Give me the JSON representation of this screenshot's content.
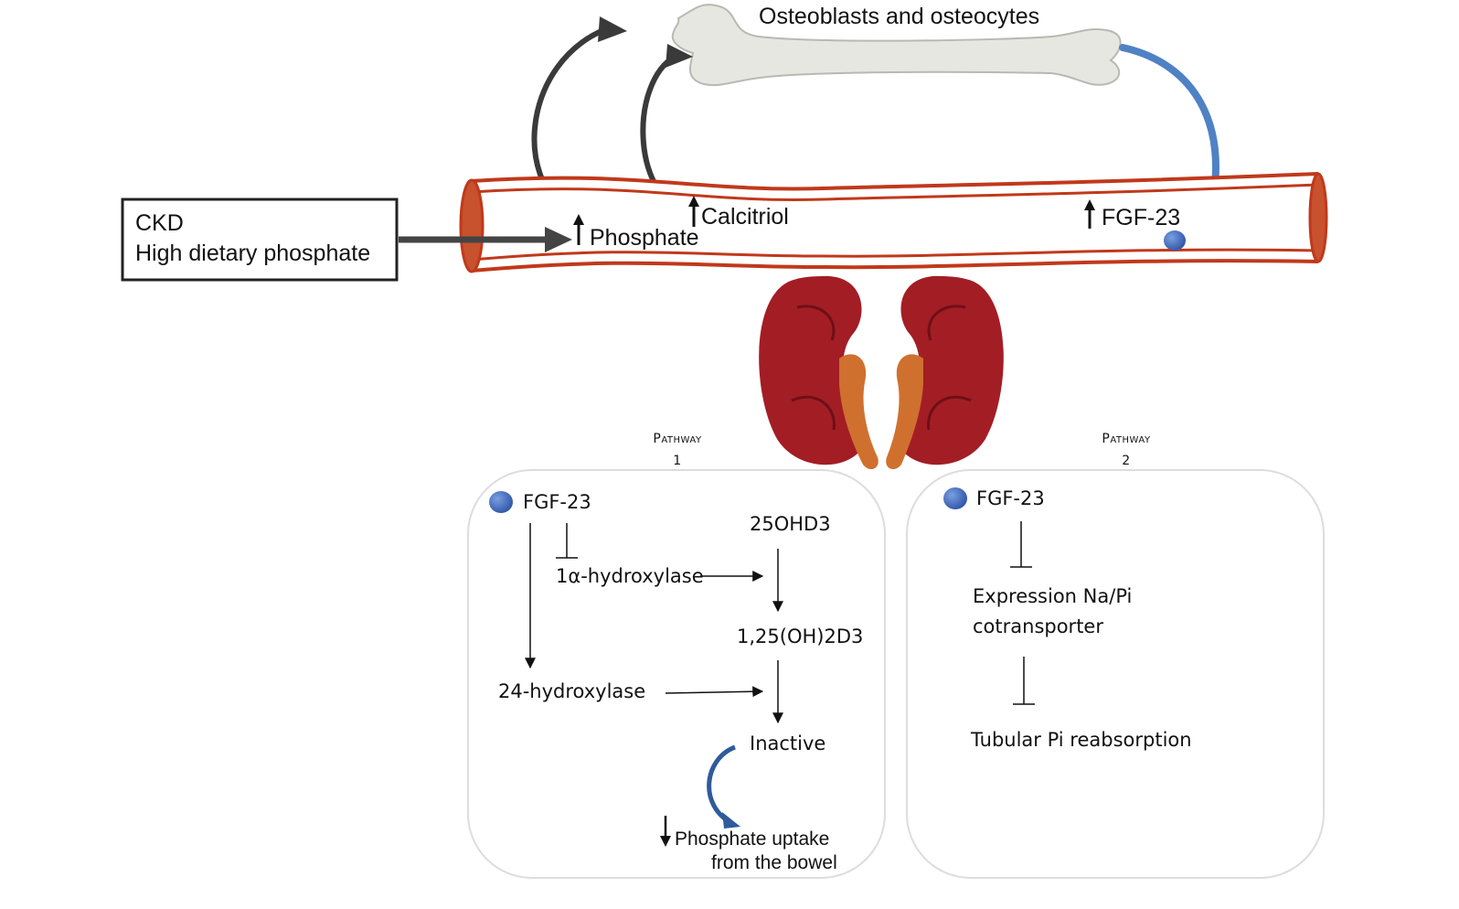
{
  "header": {
    "bone_label": "Osteoblasts and osteocytes"
  },
  "input_box": {
    "line1": "CKD",
    "line2": "High dietary phosphate"
  },
  "vessel": {
    "phosphate": "Phosphate",
    "calcitriol": "Calcitriol",
    "fgf23": "FGF-23"
  },
  "pathway1": {
    "title": "Pathway",
    "number": "1",
    "fgf23": "FGF-23",
    "enzyme_1a": "1α-hydroxylase",
    "substrate": "25OHD3",
    "active": "1,25(OH)2D3",
    "enzyme_24": "24-hydroxylase",
    "inactive": "Inactive",
    "uptake_line1": "Phosphate uptake",
    "uptake_line2": "from the bowel"
  },
  "pathway2": {
    "title": "Pathway",
    "number": "2",
    "fgf23": "FGF-23",
    "expression_line1": "Expression Na/Pi",
    "expression_line2": "cotransporter",
    "reabsorption": "Tubular Pi reabsorption"
  },
  "colors": {
    "vessel_stroke": "#c0391b",
    "vessel_fill": "#ffffff",
    "kidney": "#a31d25",
    "ureter": "#d0702e",
    "bone": "#e7e7e2",
    "fgf_dot": "#3d66b6",
    "blue_arrow": "#4f82c4",
    "dark_arrow": "#3a3a3a"
  }
}
